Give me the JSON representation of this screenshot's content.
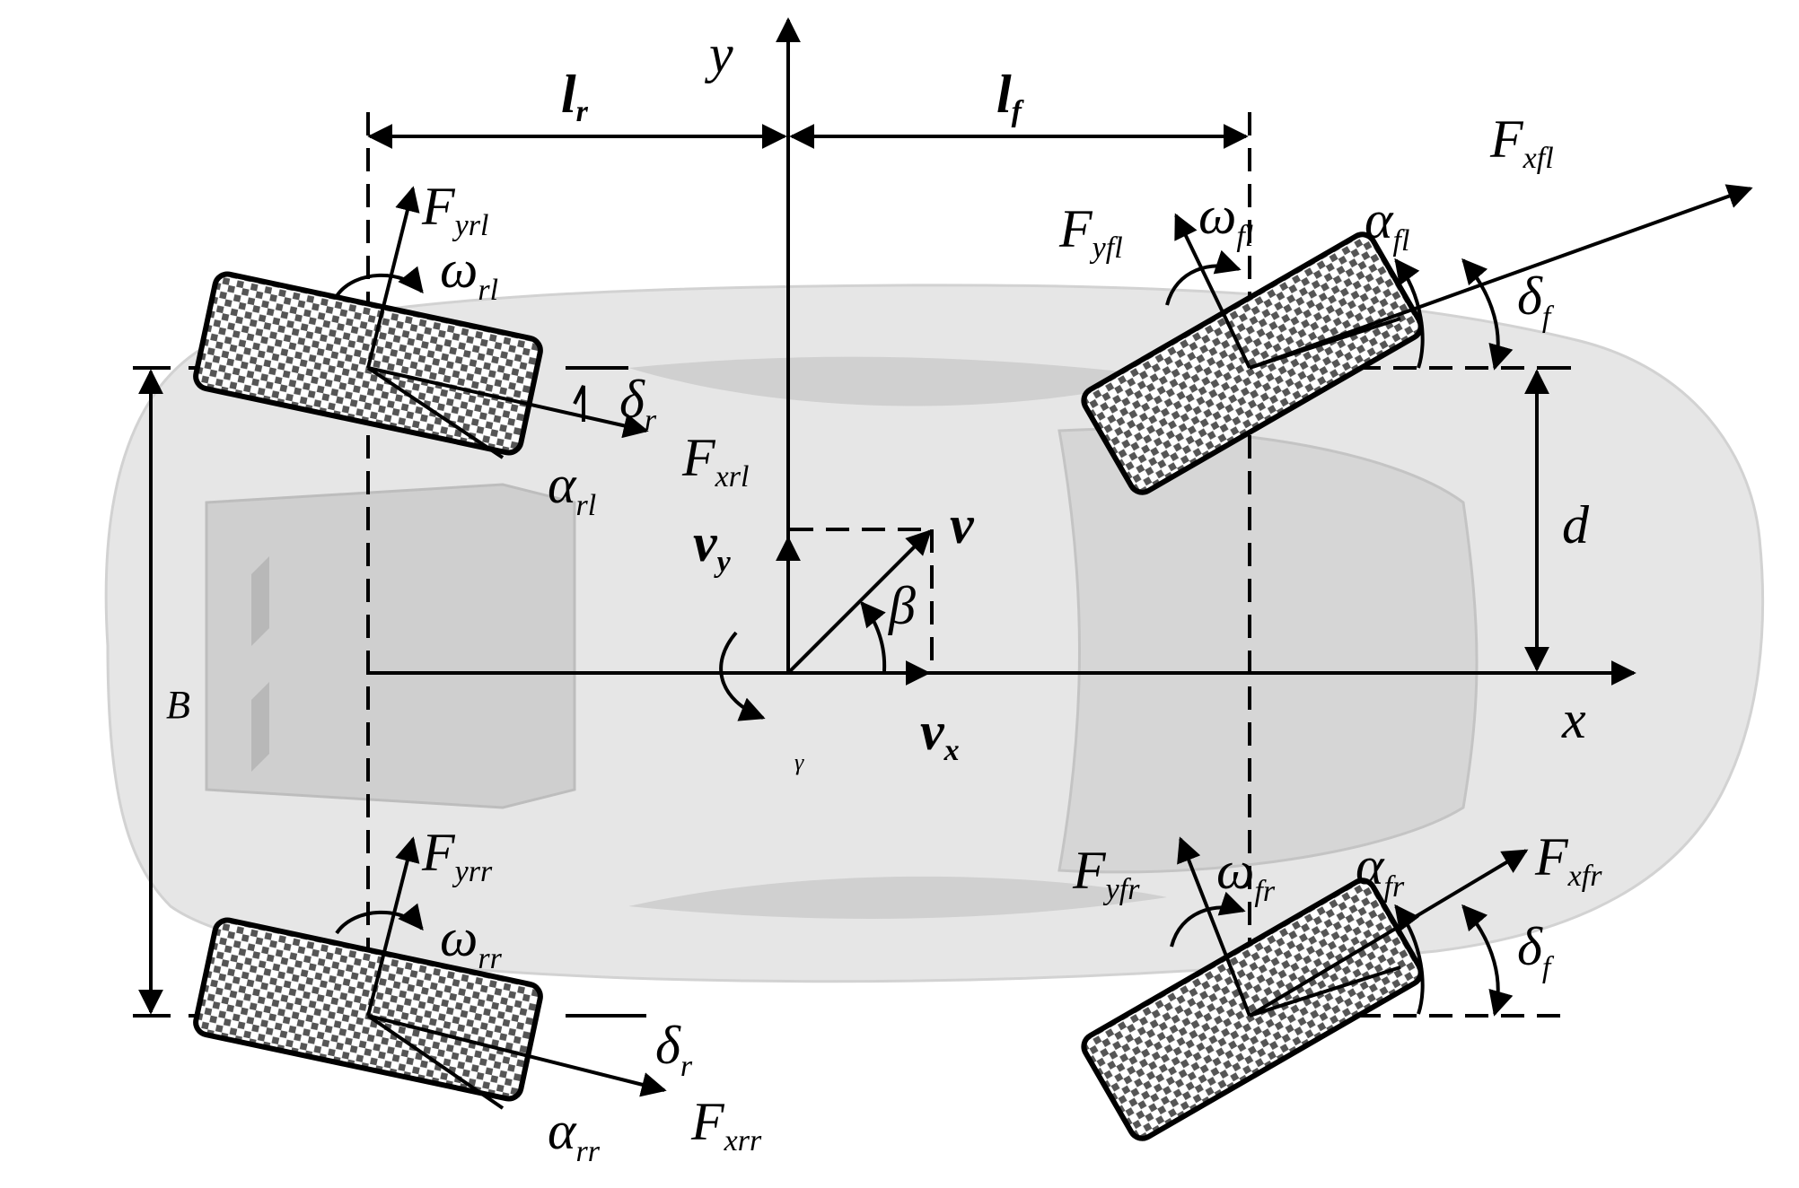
{
  "labels": {
    "y_axis": "y",
    "x_axis": "x",
    "lr": "l",
    "lr_sub": "r",
    "lf": "l",
    "lf_sub": "f",
    "B": "B",
    "d": "d",
    "v": "v",
    "vy": "v",
    "vy_sub": "y",
    "vx": "v",
    "vx_sub": "x",
    "beta": "β",
    "gamma": "γ",
    "Fyrl": "F",
    "Fyrl_sub": "yrl",
    "wrl": "ω",
    "wrl_sub": "rl",
    "dr1": "δ",
    "dr1_sub": "r",
    "Fxrl": "F",
    "Fxrl_sub": "xrl",
    "arl": "α",
    "arl_sub": "rl",
    "Fyrr": "F",
    "Fyrr_sub": "yrr",
    "wrr": "ω",
    "wrr_sub": "rr",
    "dr2": "δ",
    "dr2_sub": "r",
    "Fxrr": "F",
    "Fxrr_sub": "xrr",
    "arr": "α",
    "arr_sub": "rr",
    "Fyfl": "F",
    "Fyfl_sub": "yfl",
    "wfl": "ω",
    "wfl_sub": "fl",
    "afl": "α",
    "afl_sub": "fl",
    "Fxfl": "F",
    "Fxfl_sub": "xfl",
    "df1": "δ",
    "df1_sub": "f",
    "Fyfr": "F",
    "Fyfr_sub": "yfr",
    "wfr": "ω",
    "wfr_sub": "fr",
    "afr": "α",
    "afr_sub": "fr",
    "Fxfr": "F",
    "Fxfr_sub": "xfr",
    "df2": "δ",
    "df2_sub": "f"
  },
  "colors": {
    "car_body": "#e6e6e6",
    "ink": "#000000"
  }
}
